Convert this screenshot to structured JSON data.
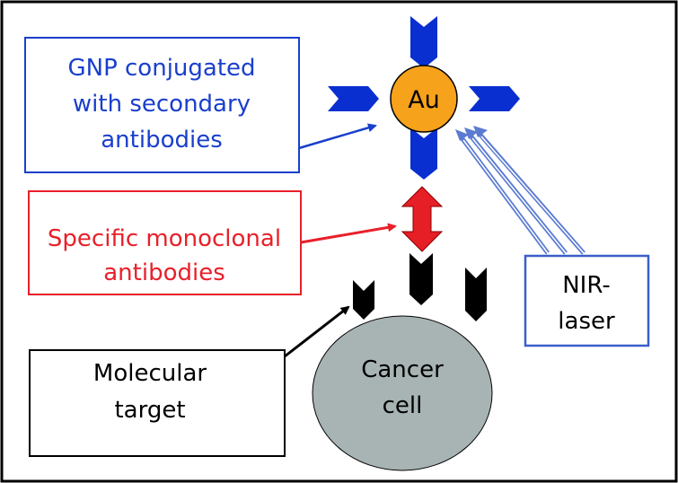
{
  "labels": {
    "gnp": [
      "GNP conjugated",
      "with secondary",
      "antibodies"
    ],
    "monoclonal": [
      "Specific monoclonal",
      "antibodies"
    ],
    "target": [
      "Molecular",
      "target"
    ],
    "laser": [
      "NIR-",
      "laser"
    ],
    "cell": [
      "Cancer",
      "cell"
    ],
    "gold": "Au"
  },
  "colors": {
    "frame": "#000000",
    "blue": "#1a3fcc",
    "blue_chevron": "#0a2fd0",
    "laser_arrow": "#5b7bd1",
    "red": "#e8202a",
    "red_fill": "#e61e26",
    "gold_fill": "#f7a21b",
    "cell_fill": "#a8b4b4",
    "black": "#000000"
  }
}
